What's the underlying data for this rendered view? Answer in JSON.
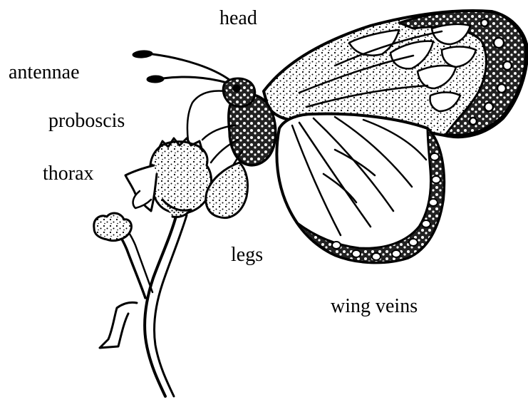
{
  "labels": {
    "head": "head",
    "antennae": "antennae",
    "proboscis": "proboscis",
    "thorax": "thorax",
    "legs": "legs",
    "wing_veins": "wing veins"
  },
  "colors": {
    "ink": "#000000",
    "paper": "#ffffff",
    "mottle": "#3a3a3a"
  }
}
